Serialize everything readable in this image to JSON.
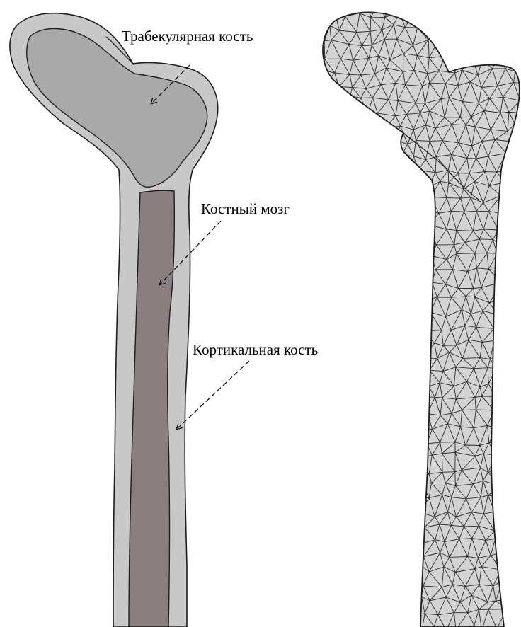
{
  "labels": {
    "trabecular": "Трабекулярная кость",
    "marrow": "Костный мозг",
    "cortical": "Кортикальная кость"
  },
  "colors": {
    "cortical_fill": "#c8c8c8",
    "trabecular_fill": "#a9a9a9",
    "marrow_fill": "#8a7f80",
    "outline": "#1e1e1e",
    "mesh_fill": "#d3d3d3",
    "mesh_line": "#2a2a2a"
  }
}
